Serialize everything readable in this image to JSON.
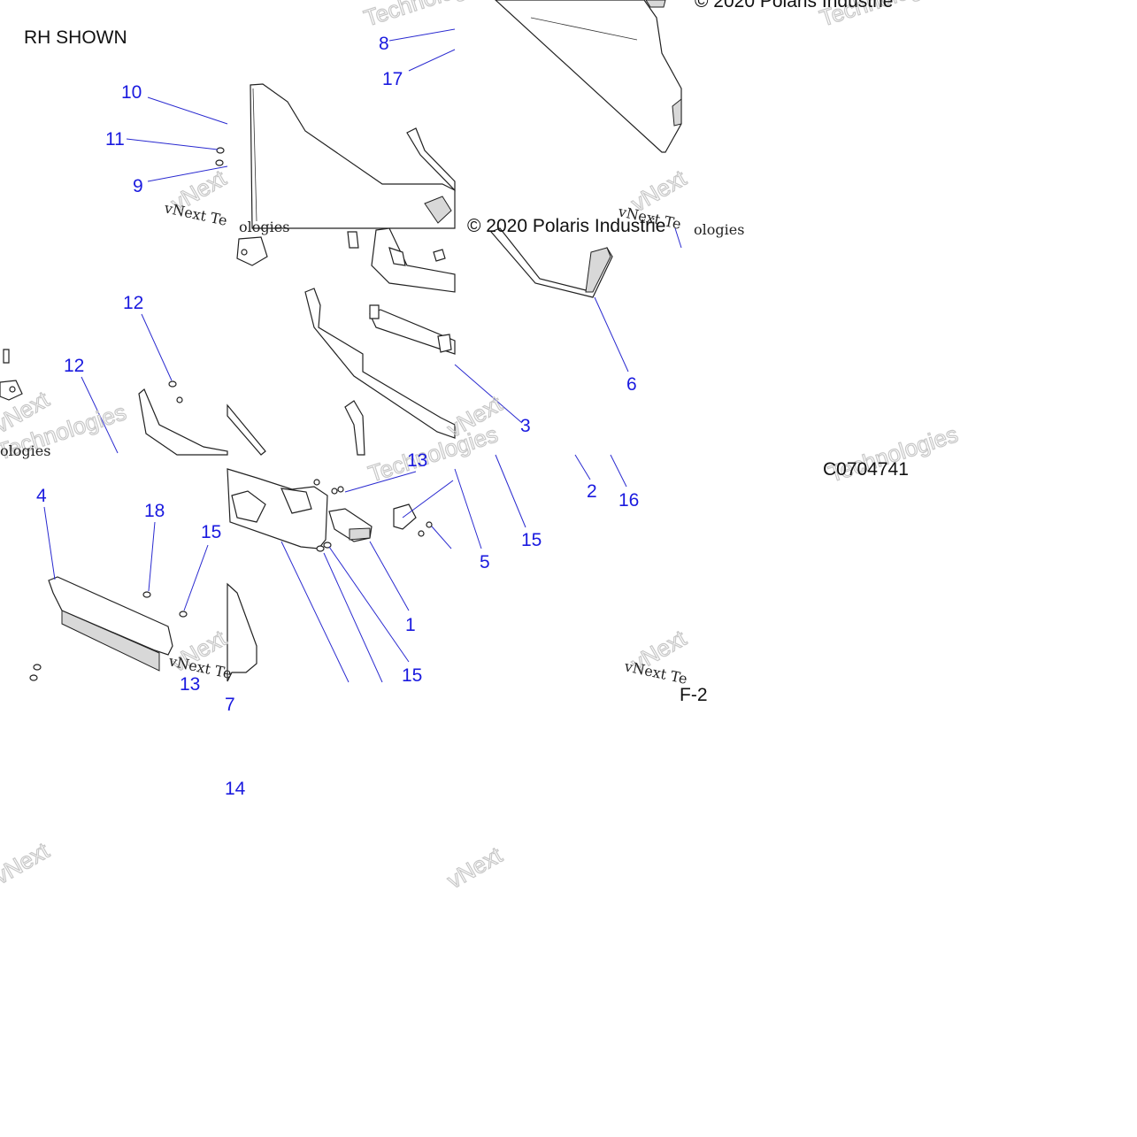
{
  "labels": {
    "rh_shown": "RH SHOWN",
    "copyright_top": "© 2020 Polaris Industrie",
    "copyright_mid": "© 2020 Polaris Industrie",
    "drawing_code": "C0704741",
    "page_ref": "F-2"
  },
  "watermark": {
    "text_main": "vNext Te",
    "text_tail": "ologies",
    "text_tech": "Technologies",
    "text_vnext": "vNext"
  },
  "callouts": {
    "c8": "8",
    "c17": "17",
    "c10": "10",
    "c11": "11",
    "c9": "9",
    "c12a": "12",
    "c12b": "12",
    "c3": "3",
    "c6": "6",
    "c2": "2",
    "c16": "16",
    "c13a": "13",
    "c5": "5",
    "c15a": "15",
    "c4": "4",
    "c18": "18",
    "c15b": "15",
    "c1": "1",
    "c15c": "15",
    "c13b": "13",
    "c7": "7",
    "c14": "14"
  },
  "colors": {
    "callout": "#1a1adf",
    "leader": "#2a2ad0",
    "line": "#222222"
  }
}
